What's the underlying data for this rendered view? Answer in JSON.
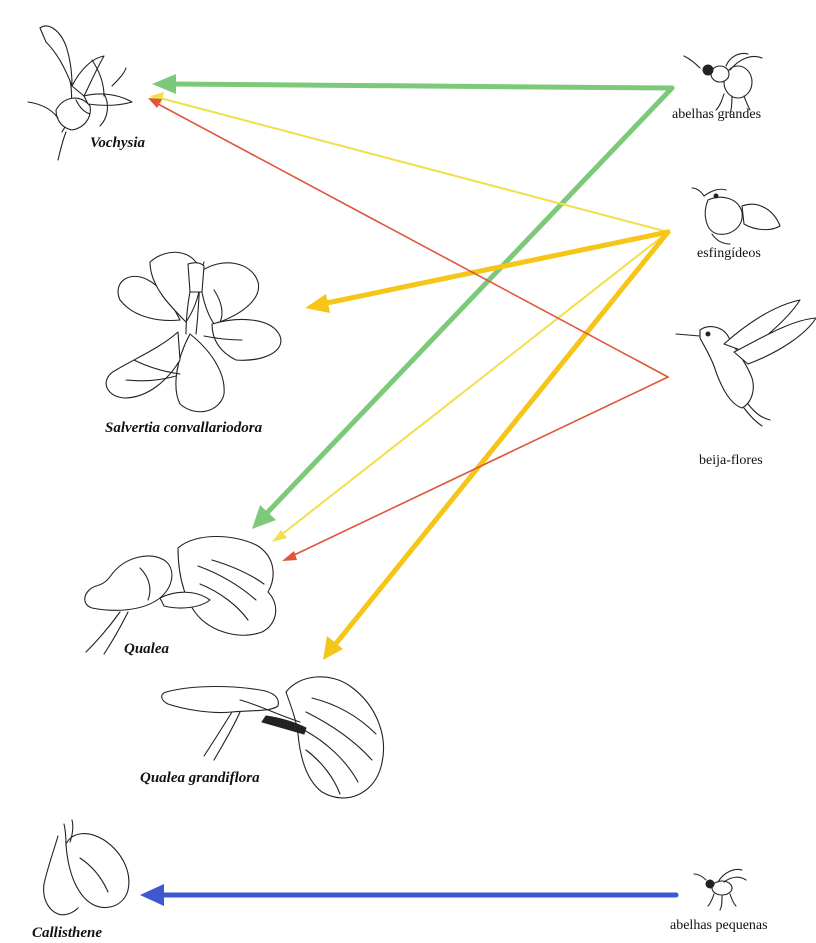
{
  "plants": {
    "vochysia": "Vochysia",
    "salvertia": "Salvertia convallariodora",
    "qualea": "Qualea",
    "qualea_grandiflora": "Qualea grandiflora",
    "callisthene": "Callisthene"
  },
  "pollinators": {
    "large_bees": "abelhas grandes",
    "hawkmoths": "esfingídeos",
    "hummingbirds": "beija-flores",
    "small_bees": "abelhas pequenas"
  },
  "links": [
    {
      "from": "abelhas grandes",
      "to": "Vochysia",
      "color": "#7cc97a",
      "weight": "thick"
    },
    {
      "from": "abelhas grandes",
      "to": "Qualea",
      "color": "#7cc97a",
      "weight": "thick"
    },
    {
      "from": "esfingídeos",
      "to": "Vochysia",
      "color": "#f0e04a",
      "weight": "thin"
    },
    {
      "from": "esfingídeos",
      "to": "Salvertia convallariodora",
      "color": "#f5c518",
      "weight": "thick"
    },
    {
      "from": "esfingídeos",
      "to": "Qualea",
      "color": "#f0e04a",
      "weight": "thin"
    },
    {
      "from": "esfingídeos",
      "to": "Qualea grandiflora",
      "color": "#f5c518",
      "weight": "thick"
    },
    {
      "from": "beija-flores",
      "to": "Vochysia",
      "color": "#e0553a",
      "weight": "thin"
    },
    {
      "from": "beija-flores",
      "to": "Qualea",
      "color": "#e0553a",
      "weight": "thin"
    },
    {
      "from": "abelhas pequenas",
      "to": "Callisthene",
      "color": "#3f57cf",
      "weight": "thick"
    }
  ]
}
